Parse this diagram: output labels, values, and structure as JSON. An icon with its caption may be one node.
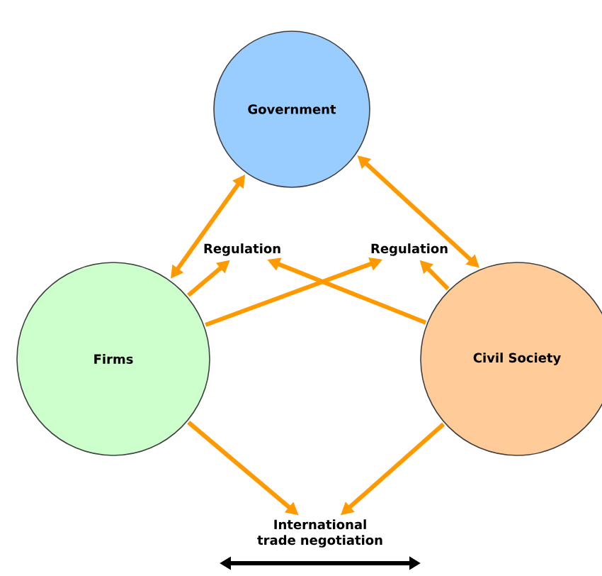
{
  "diagram": {
    "nodes": [
      {
        "text": [
          "Government"
        ]
      },
      {
        "text": [
          "Firms"
        ]
      },
      {
        "text": [
          "Civil Society"
        ]
      },
      {
        "text": [
          "Regulation"
        ]
      },
      {
        "text": [
          "Regulation"
        ]
      },
      {
        "text": [
          "International trade negotiation"
        ]
      }
    ],
    "edges": [
      {
        "from": 1,
        "to": 0,
        "arrow": "both"
      },
      {
        "from": 0,
        "to": 2,
        "arrow": "both"
      },
      {
        "from": 1,
        "to": 3,
        "arrow": "to"
      },
      {
        "from": 1,
        "to": 4,
        "arrow": "to"
      },
      {
        "from": 2,
        "to": 3,
        "arrow": "to"
      },
      {
        "from": 2,
        "to": 4,
        "arrow": "to"
      },
      {
        "from": 1,
        "to": 5,
        "arrow": "to"
      },
      {
        "from": 2,
        "to": 5,
        "arrow": "to"
      }
    ]
  }
}
